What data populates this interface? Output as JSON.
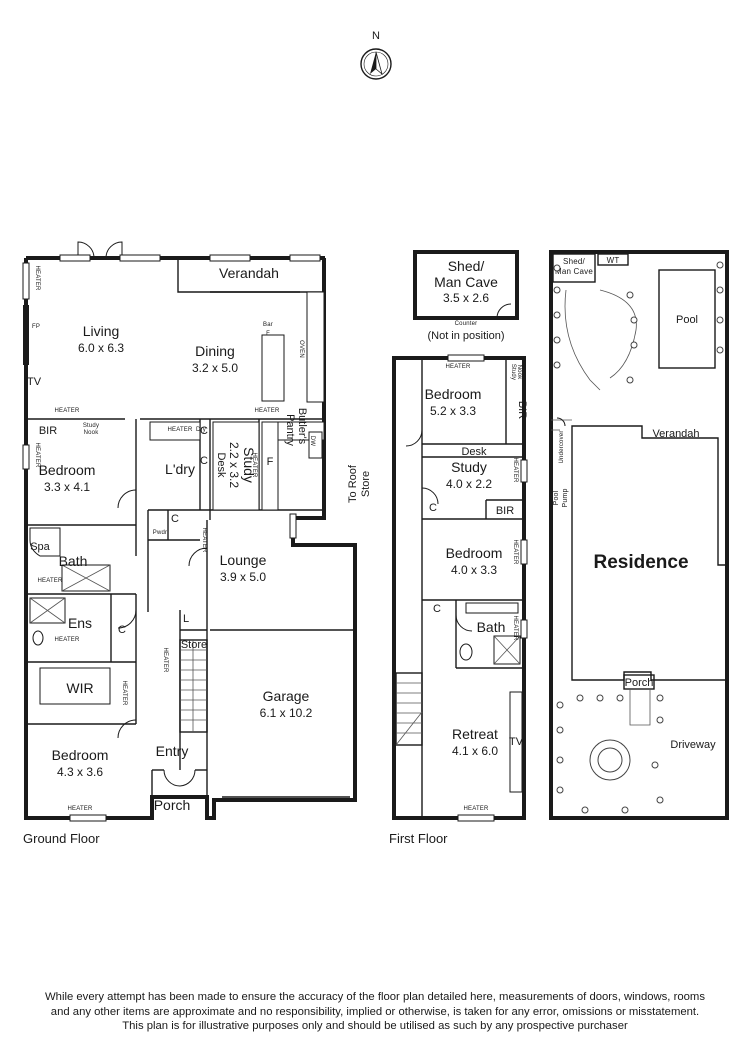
{
  "compass": {
    "label": "N"
  },
  "ground_floor": {
    "caption": "Ground Floor",
    "rooms": {
      "living": {
        "name": "Living",
        "size": "6.0 x 6.3"
      },
      "dining": {
        "name": "Dining",
        "size": "3.2 x 5.0"
      },
      "verandah": {
        "name": "Verandah"
      },
      "bedroom_1": {
        "name": "Bedroom",
        "size": "3.3 x 4.1"
      },
      "bedroom_2": {
        "name": "Bedroom",
        "size": "4.3 x 3.6"
      },
      "study": {
        "name": "Study",
        "size": "2.2 x 3.2"
      },
      "lounge": {
        "name": "Lounge",
        "size": "3.9 x 5.0"
      },
      "garage": {
        "name": "Garage",
        "size": "6.1 x 10.2"
      },
      "laundry": {
        "name": "L'dry"
      },
      "butlers_pantry": {
        "name": "Butler's",
        "sub": "Pantry"
      },
      "bath": {
        "name": "Bath"
      },
      "spa": {
        "name": "Spa"
      },
      "ensuite": {
        "name": "Ens"
      },
      "wir": {
        "name": "WIR"
      },
      "entry": {
        "name": "Entry"
      },
      "porch": {
        "name": "Porch"
      },
      "store": {
        "name": "Store"
      },
      "powder": {
        "name": "Pwdr"
      }
    },
    "fixtures": {
      "bar": "Bar",
      "fridge": "F",
      "fridge_2": "F",
      "dry": "Dry",
      "desk": "Desk",
      "bir": "BIR",
      "study_nook": "Study",
      "study_nook_2": "Nook",
      "heater": "HEATER",
      "tv": "TV",
      "fp": "FP",
      "oven": "OVEN",
      "dw": "DW",
      "cupboard": "C",
      "linen": "L"
    }
  },
  "first_floor": {
    "caption": "First Floor",
    "rooms": {
      "shed": {
        "name": "Shed/",
        "name2": "Man Cave",
        "size": "3.5 x 2.6"
      },
      "bedroom_1": {
        "name": "Bedroom",
        "size": "5.2 x 3.3"
      },
      "study": {
        "name": "Study",
        "size": "4.0 x 2.2"
      },
      "bedroom_2": {
        "name": "Bedroom",
        "size": "4.0 x 3.3"
      },
      "bath": {
        "name": "Bath"
      },
      "retreat": {
        "name": "Retreat",
        "size": "4.1 x 6.0"
      }
    },
    "notes": {
      "counter": "Counter",
      "not_in_position": "(Not in position)",
      "to_roof": "To Roof",
      "store": "Store"
    },
    "fixtures": {
      "desk": "Desk",
      "bir": "BIR",
      "bir_2": "BIR",
      "study_nook": "Study",
      "study_nook_2": "Nook",
      "tv": "TV",
      "heater": "HEATER",
      "cupboard": "C"
    }
  },
  "site_plan": {
    "residence": "Residence",
    "shed": "Shed/",
    "shed2": "Man Cave",
    "wt": "WT",
    "pool": "Pool",
    "verandah": "Verandah",
    "undercover": "Undercover",
    "pool_pump": "Pool",
    "pool_pump_2": "Pump",
    "porch": "Porch",
    "driveway": "Driveway"
  },
  "disclaimer": {
    "line1": "While every attempt has been made to ensure the accuracy of the floor plan detailed here, measurements of doors, windows, rooms",
    "line2": "and any other items are approximate and no responsibility, implied or otherwise, is taken for any error, omissions or misstatement.",
    "line3": "This plan is for illustrative purposes only and should be utilised as such by any prospective purchaser"
  }
}
